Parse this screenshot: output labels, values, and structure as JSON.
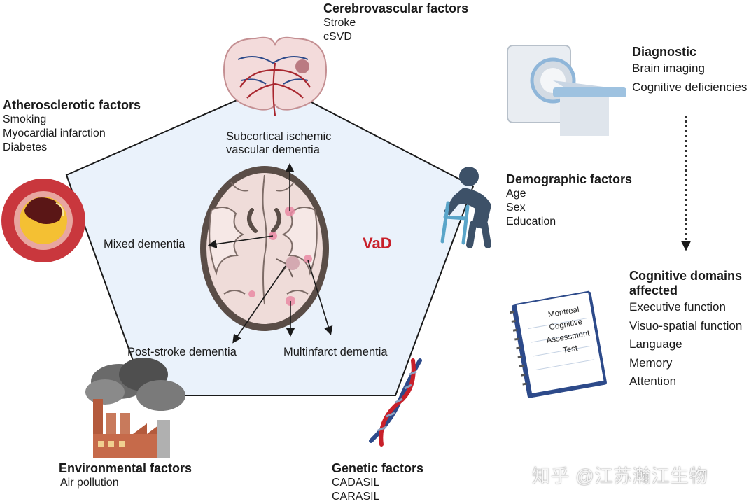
{
  "center": {
    "label": "VaD",
    "color": "#c8202a"
  },
  "factors": {
    "cerebrovascular": {
      "title": "Cerebrovascular factors",
      "items": [
        "Stroke",
        "cSVD"
      ]
    },
    "atherosclerotic": {
      "title": "Atherosclerotic factors",
      "items": [
        "Smoking",
        "Myocardial infarction",
        "Diabetes"
      ]
    },
    "demographic": {
      "title": "Demographic factors",
      "items": [
        "Age",
        "Sex",
        "Education"
      ]
    },
    "environmental": {
      "title": "Environmental factors",
      "items": [
        "Air pollution"
      ]
    },
    "genetic": {
      "title": "Genetic factors",
      "items": [
        "CADASIL",
        "CARASIL"
      ]
    }
  },
  "dementia_types": {
    "subcortical": [
      "Subcortical ischemic",
      "vascular dementia"
    ],
    "mixed": "Mixed dementia",
    "post_stroke": "Post-stroke dementia",
    "multinfarct": "Multinfarct dementia"
  },
  "diagnostic": {
    "title": "Diagnostic",
    "items": [
      "Brain imaging",
      "Cognitive deficiencies"
    ]
  },
  "cognitive_domains": {
    "title_line1": "Cognitive domains",
    "title_line2": "affected",
    "items": [
      "Executive function",
      "Visuo-spatial function",
      "Language",
      "Memory",
      "Attention"
    ]
  },
  "assessment_test": [
    "Montreal",
    "Cognitive",
    "Assessment",
    "Test"
  ],
  "watermark": "知乎 @江苏瀚江生物",
  "icons": [
    "brain-vessels-icon",
    "artery-plaque-icon",
    "walker-person-icon",
    "factory-icon",
    "dna-icon",
    "mri-scanner-icon",
    "notebook-icon",
    "brain-slice-icon"
  ]
}
